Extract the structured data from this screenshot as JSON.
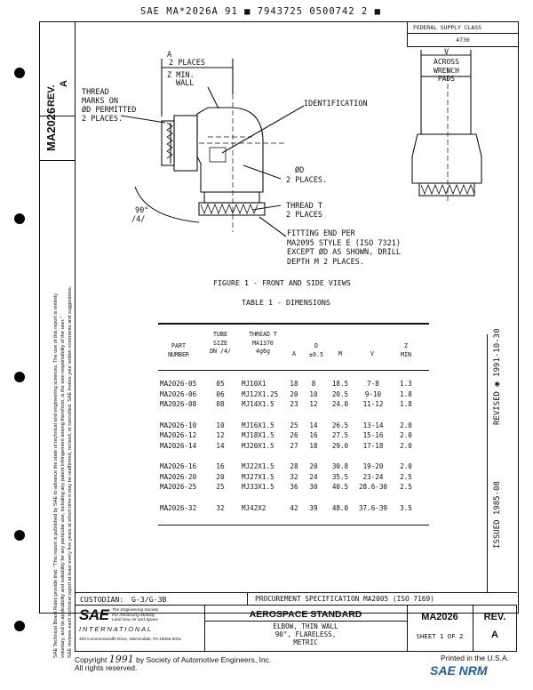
{
  "top_strip": "SAE MA*2026A 91 ■ 7943725 0500742 2 ■",
  "left_margin": {
    "doc_id": "MA2026",
    "rev_label": "REV.",
    "rev_value": "A",
    "disclaimer_lines": [
      "SAE Technical Board Rules provide that: \"This report is published by SAE to advance the state of technical and engineering sciences. The use of this report is entirely",
      "voluntary, and its applicability and suitability for any particular use, including any patent infringement arising therefrom, is the sole responsibility of the user.\"",
      "SAE reviews each technical report at least every five years at which time it may be reaffirmed, revised, or cancelled. SAE invites your written comments and suggestions."
    ]
  },
  "fsc": {
    "label": "FEDERAL SUPPLY CLASS",
    "value": "4730"
  },
  "drawing_labels": {
    "a_dim": "A",
    "two_places_a": "2 PLACES",
    "z_min": "Z MIN.",
    "wall": "WALL",
    "thread_marks": [
      "THREAD",
      "MARKS ON",
      "ØD PERMITTED",
      "2 PLACES."
    ],
    "identification": "IDENTIFICATION",
    "od": "ØD",
    "od_places": "2 PLACES.",
    "thread_t": "THREAD T",
    "thread_t_places": "2 PLACES",
    "angle": "90°",
    "angle_ref": "/4/",
    "fitting_note": [
      "FITTING END PER",
      "MA2095 STYLE E (ISO 7321)",
      "EXCEPT ØD AS SHOWN, DRILL",
      "DEPTH M  2 PLACES."
    ],
    "v_dim": "V",
    "across": [
      "ACROSS",
      "WRENCH",
      "PADS"
    ]
  },
  "figure_caption": "FIGURE 1 - FRONT AND SIDE VIEWS",
  "table_caption": "TABLE 1 - DIMENSIONS",
  "table": {
    "headers": {
      "part": [
        "PART",
        "NUMBER"
      ],
      "tube": [
        "TUBE",
        "SIZE",
        "DN /4/"
      ],
      "thread": [
        "THREAD T",
        "MA1370",
        "4g6g"
      ],
      "a": "A",
      "d": [
        "D",
        "±0.5"
      ],
      "m": "M",
      "v": "V",
      "z": [
        "Z",
        "MIN"
      ]
    },
    "rows": [
      {
        "part": "MA2026-05",
        "tube": "05",
        "thread": "MJ10X1",
        "a": "18",
        "d": "8",
        "m": "18.5",
        "v": "7-8",
        "z": "1.3"
      },
      {
        "part": "MA2026-06",
        "tube": "06",
        "thread": "MJ12X1.25",
        "a": "20",
        "d": "10",
        "m": "20.5",
        "v": "9-10",
        "z": "1.8"
      },
      {
        "part": "MA2026-08",
        "tube": "08",
        "thread": "MJ14X1.5",
        "a": "23",
        "d": "12",
        "m": "24.0",
        "v": "11-12",
        "z": "1.8"
      },
      {
        "part": "MA2026-10",
        "tube": "10",
        "thread": "MJ16X1.5",
        "a": "25",
        "d": "14",
        "m": "26.5",
        "v": "13-14",
        "z": "2.0"
      },
      {
        "part": "MA2026-12",
        "tube": "12",
        "thread": "MJ18X1.5",
        "a": "26",
        "d": "16",
        "m": "27.5",
        "v": "15-16",
        "z": "2.0"
      },
      {
        "part": "MA2026-14",
        "tube": "14",
        "thread": "MJ20X1.5",
        "a": "27",
        "d": "18",
        "m": "29.0",
        "v": "17-18",
        "z": "2.0"
      },
      {
        "part": "MA2026-16",
        "tube": "16",
        "thread": "MJ22X1.5",
        "a": "28",
        "d": "20",
        "m": "30.8",
        "v": "19-20",
        "z": "2.0"
      },
      {
        "part": "MA2026-20",
        "tube": "20",
        "thread": "MJ27X1.5",
        "a": "32",
        "d": "24",
        "m": "35.5",
        "v": "23-24",
        "z": "2.5"
      },
      {
        "part": "MA2026-25",
        "tube": "25",
        "thread": "MJ33X1.5",
        "a": "36",
        "d": "30",
        "m": "40.5",
        "v": "28.6-30",
        "z": "2.5"
      },
      {
        "part": "MA2026-32",
        "tube": "32",
        "thread": "MJ42X2",
        "a": "42",
        "d": "39",
        "m": "48.0",
        "v": "37.6-39",
        "z": "3.5"
      }
    ]
  },
  "dates": {
    "revised": "REVISED ◉ 1991-10-30",
    "issued": "ISSUED  1985-08"
  },
  "title_block": {
    "custodian_label": "CUSTODIAN:",
    "custodian_value": "G-3/G-3B",
    "procurement": "PROCUREMENT SPECIFICATION MA2005 (ISO 7169)",
    "sae_logo": "SAE",
    "sae_tagline": [
      "The Engineering Society",
      "For Advancing Mobility",
      "Land Sea Air and Space"
    ],
    "international": "INTERNATIONAL",
    "address": "400 Commonwealth Drive, Warrendale, PA 15096-0001",
    "standard": "AEROSPACE STANDARD",
    "title_lines": [
      "ELBOW, THIN WALL",
      "90°, FLARELESS,",
      "METRIC"
    ],
    "doc_number": "MA2026",
    "sheet": "SHEET 1 OF 2",
    "rev_label": "REV.",
    "rev_value": "A"
  },
  "footer": {
    "copyright_prefix": "Copyright",
    "copyright_year": "1991",
    "copyright_suffix": "by Society of Automotive Engineers, Inc.",
    "rights": "All rights reserved.",
    "printed": "Printed in the U.S.A.",
    "logo": "SAE NRM"
  },
  "colors": {
    "ink": "#111111",
    "logo_blue": "#1f5fa8"
  }
}
